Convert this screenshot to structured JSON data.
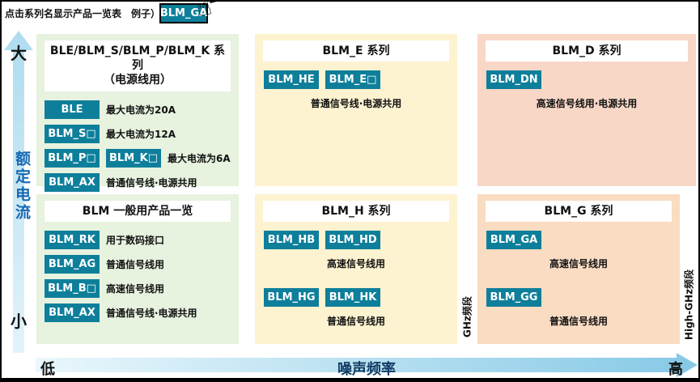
{
  "colors": {
    "button_teal": "#0e7f9b",
    "panel_green": "#e7f2df",
    "panel_cream": "#fdf3d0",
    "panel_peach": "#f8d7c7",
    "panel_peach_dark": "#fadcc2",
    "axis_blue_light": "#e9f6fc",
    "axis_blue": "#8fcde9",
    "current_label_blue": "#1668b2",
    "freq_label_navy": "#123c63"
  },
  "icons": {
    "hand_cursor": "☝"
  },
  "header": {
    "note": "点击系列名显示产品一览表　例子）",
    "example_button": "BLM_GA"
  },
  "y_axis": {
    "top": "大",
    "label": "额定电流",
    "bottom": "小"
  },
  "x_axis": {
    "left": "低",
    "label": "噪声频率",
    "right": "高"
  },
  "bands": {
    "ghz": "GHz频段",
    "high_ghz": "High-GHz频段"
  },
  "panels": {
    "power": {
      "title_line1": "BLE/BLM_S/BLM_P/BLM_K 系列",
      "title_line2": "（电源线用）",
      "rows": [
        {
          "buttons": [
            "BLE"
          ],
          "desc": "最大电流为20A"
        },
        {
          "buttons": [
            "BLM_S□"
          ],
          "desc": "最大电流为12A"
        },
        {
          "buttons": [
            "BLM_P□",
            "BLM_K□"
          ],
          "desc": "最大电流为6A"
        },
        {
          "buttons": [
            "BLM_AX"
          ],
          "desc": "普通信号线·电源共用"
        }
      ]
    },
    "general": {
      "title": "BLM 一般用产品一览",
      "rows": [
        {
          "buttons": [
            "BLM_RK"
          ],
          "desc": "用于数码接口"
        },
        {
          "buttons": [
            "BLM_AG"
          ],
          "desc": "普通信号线用"
        },
        {
          "buttons": [
            "BLM_B□"
          ],
          "desc": "高速信号线用"
        },
        {
          "buttons": [
            "BLM_AX"
          ],
          "desc": "普通信号线·电源共用"
        }
      ]
    },
    "e_series": {
      "title": "BLM_E 系列",
      "groups": [
        {
          "buttons": [
            "BLM_HE",
            "BLM_E□"
          ],
          "desc": "普通信号线·电源共用"
        }
      ]
    },
    "h_series": {
      "title": "BLM_H 系列",
      "groups": [
        {
          "buttons": [
            "BLM_HB",
            "BLM_HD"
          ],
          "desc": "高速信号线用"
        },
        {
          "buttons": [
            "BLM_HG",
            "BLM_HK"
          ],
          "desc": "普通信号线用"
        }
      ]
    },
    "d_series": {
      "title": "BLM_D 系列",
      "groups": [
        {
          "buttons": [
            "BLM_DN"
          ],
          "desc": "高速信号线用·电源共用"
        }
      ]
    },
    "g_series": {
      "title": "BLM_G 系列",
      "groups": [
        {
          "buttons": [
            "BLM_GA"
          ],
          "desc": "高速信号线用"
        },
        {
          "buttons": [
            "BLM_GG"
          ],
          "desc": "普通信号线用"
        }
      ]
    }
  }
}
